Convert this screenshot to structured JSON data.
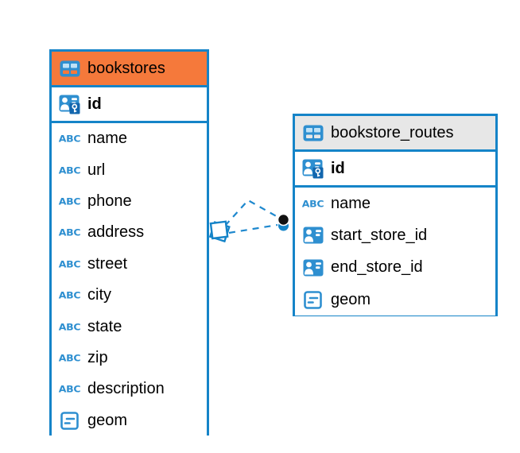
{
  "diagram": {
    "kind": "entity-relationship-diagram",
    "colors": {
      "table_border": "#1584C8",
      "bookstores_header": "#F5793B",
      "routes_header": "#E7E7E7",
      "icon_blue": "#2E8FD0",
      "relation_line": "#1E88CE",
      "endpoint_dot": "#111111"
    },
    "tables": [
      {
        "title": "bookstores",
        "key_column": "id",
        "columns": [
          {
            "name": "name",
            "type": "text"
          },
          {
            "name": "url",
            "type": "text"
          },
          {
            "name": "phone",
            "type": "text"
          },
          {
            "name": "address",
            "type": "text"
          },
          {
            "name": "street",
            "type": "text"
          },
          {
            "name": "city",
            "type": "text"
          },
          {
            "name": "state",
            "type": "text"
          },
          {
            "name": "zip",
            "type": "text"
          },
          {
            "name": "description",
            "type": "text"
          },
          {
            "name": "geom",
            "type": "geometry"
          }
        ]
      },
      {
        "title": "bookstore_routes",
        "key_column": "id",
        "columns": [
          {
            "name": "name",
            "type": "text"
          },
          {
            "name": "start_store_id",
            "type": "reference"
          },
          {
            "name": "end_store_id",
            "type": "reference"
          },
          {
            "name": "geom",
            "type": "geometry"
          }
        ]
      }
    ],
    "relations": [
      {
        "from": "bookstores",
        "to": "bookstore_routes",
        "style": "dashed"
      },
      {
        "from": "bookstores",
        "to": "bookstore_routes",
        "style": "dashed"
      }
    ]
  }
}
